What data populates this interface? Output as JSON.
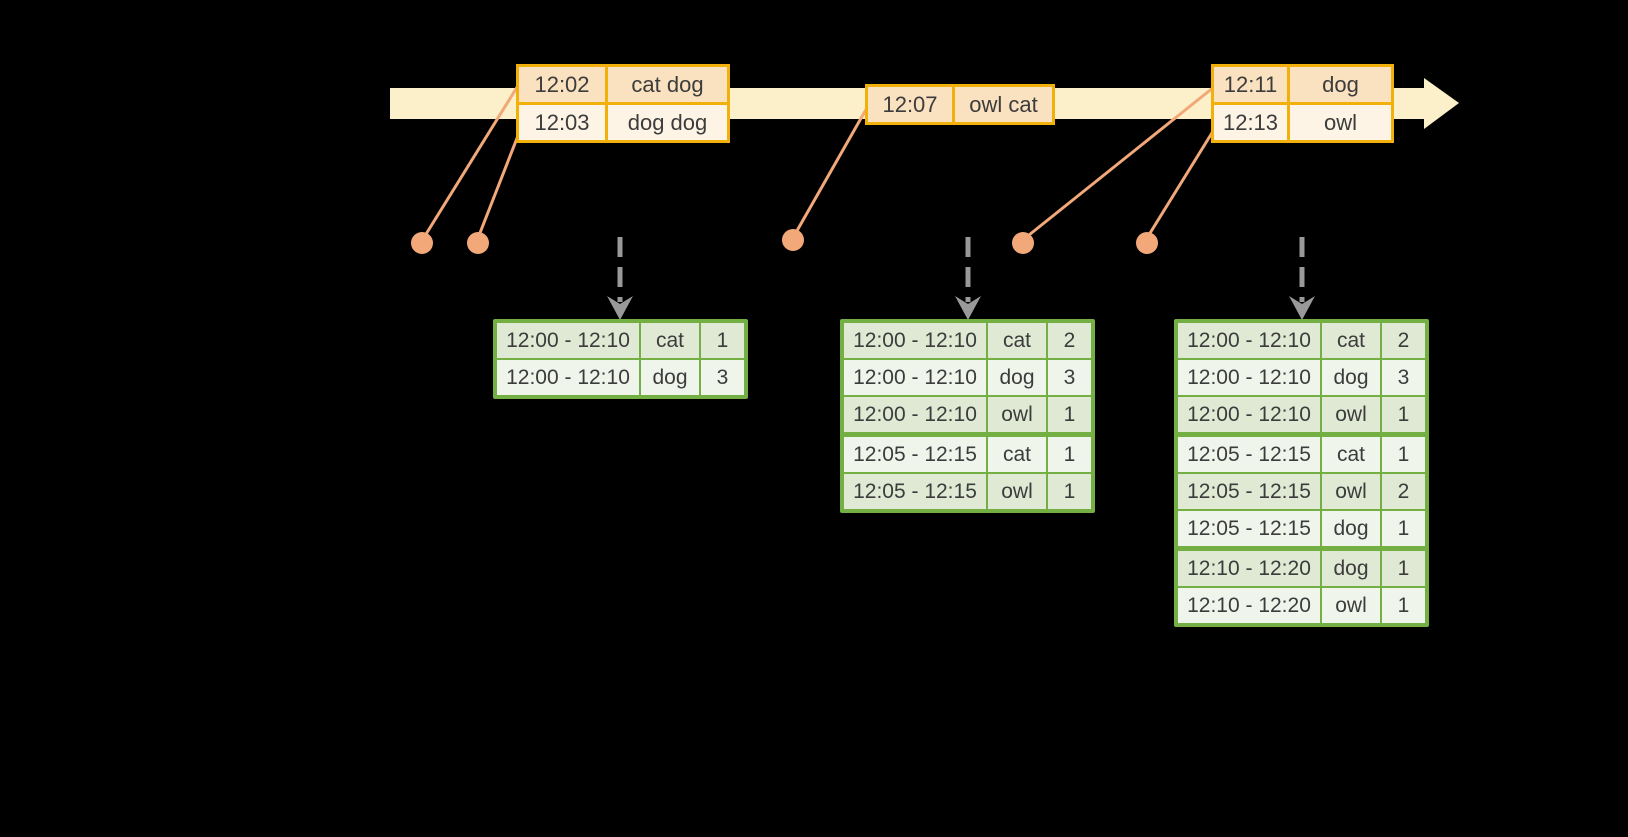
{
  "palette": {
    "bg": "#000000",
    "band": "#FBF0C9",
    "gold": "#F2B10A",
    "peach": "#FAE1C0",
    "cream": "#FDF4E6",
    "orange": "#F2A878",
    "gray": "#999999",
    "green": "#74AF43",
    "rowOdd": "#DFE9D4",
    "rowEven": "#F0F5EC",
    "text": "#3C3C3C"
  },
  "icons": {
    "timeline_arrow": "arrow-right",
    "trigger_arrow": "dashed-arrow-down",
    "event_marker": "dot"
  },
  "timeline": {
    "event_groups": [
      {
        "rows": [
          {
            "time": "12:02",
            "words": "cat dog"
          },
          {
            "time": "12:03",
            "words": "dog dog"
          }
        ]
      },
      {
        "rows": [
          {
            "time": "12:07",
            "words": "owl cat"
          }
        ]
      },
      {
        "rows": [
          {
            "time": "12:11",
            "words": "dog"
          },
          {
            "time": "12:13",
            "words": "owl"
          }
        ]
      }
    ]
  },
  "result_tables": [
    {
      "rows": [
        {
          "window": "12:00 - 12:10",
          "word": "cat",
          "count": "1"
        },
        {
          "window": "12:00 - 12:10",
          "word": "dog",
          "count": "3"
        }
      ]
    },
    {
      "rows": [
        {
          "window": "12:00 - 12:10",
          "word": "cat",
          "count": "2"
        },
        {
          "window": "12:00 - 12:10",
          "word": "dog",
          "count": "3"
        },
        {
          "window": "12:00 - 12:10",
          "word": "owl",
          "count": "1"
        },
        {
          "window": "12:05 - 12:15",
          "word": "cat",
          "count": "1"
        },
        {
          "window": "12:05 - 12:15",
          "word": "owl",
          "count": "1"
        }
      ]
    },
    {
      "rows": [
        {
          "window": "12:00 - 12:10",
          "word": "cat",
          "count": "2"
        },
        {
          "window": "12:00 - 12:10",
          "word": "dog",
          "count": "3"
        },
        {
          "window": "12:00 - 12:10",
          "word": "owl",
          "count": "1"
        },
        {
          "window": "12:05 - 12:15",
          "word": "cat",
          "count": "1"
        },
        {
          "window": "12:05 - 12:15",
          "word": "owl",
          "count": "2"
        },
        {
          "window": "12:05 - 12:15",
          "word": "dog",
          "count": "1"
        },
        {
          "window": "12:10 - 12:20",
          "word": "dog",
          "count": "1"
        },
        {
          "window": "12:10 - 12:20",
          "word": "owl",
          "count": "1"
        }
      ]
    }
  ]
}
